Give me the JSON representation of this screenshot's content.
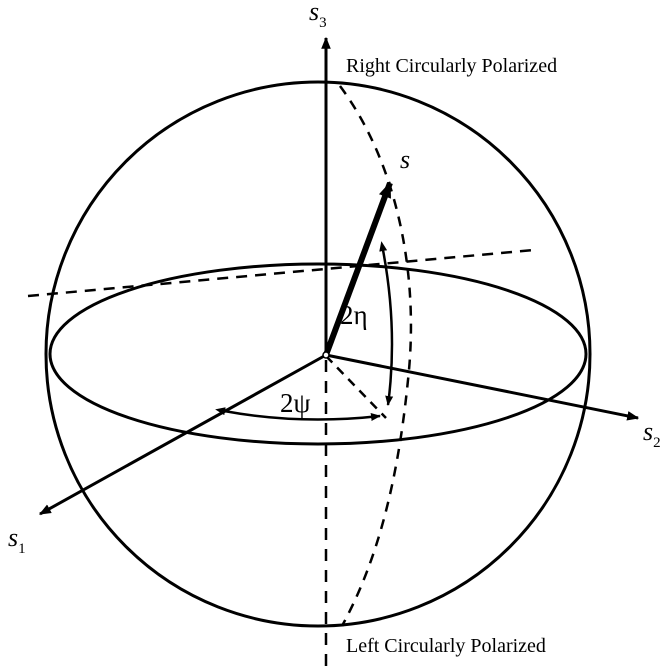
{
  "axes": {
    "s3": {
      "main": "s",
      "sub": "3"
    },
    "s2": {
      "main": "s",
      "sub": "2"
    },
    "s1": {
      "main": "s",
      "sub": "1"
    }
  },
  "vector_label": "s",
  "angles": {
    "eta": "2η",
    "psi": "2ψ"
  },
  "poles": {
    "top": "Right Circularly Polarized",
    "bottom": "Left Circularly Polarized"
  },
  "colors": {
    "ink": "#000000",
    "background": "#ffffff"
  }
}
